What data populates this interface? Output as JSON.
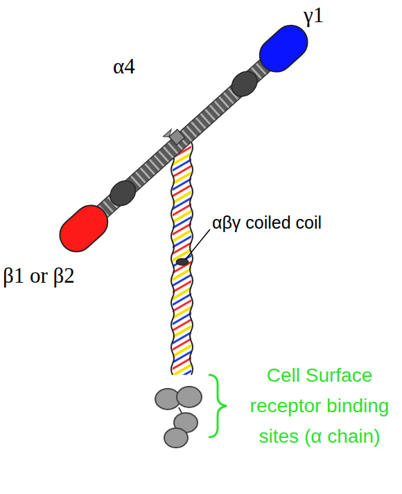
{
  "diagram": {
    "labels": [
      "γ1",
      "α4",
      "β1 or β2",
      "αβγ coiled coil",
      "Cell Surface receptor binding sites (α chain)"
    ]
  }
}
